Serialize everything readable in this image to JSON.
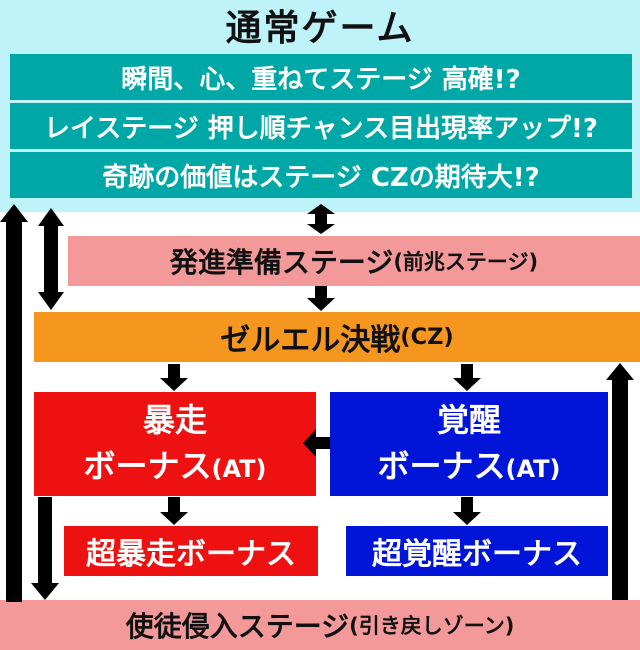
{
  "title": "通常ゲーム",
  "teal_rows": [
    "瞬間、心、重ねてステージ 高確!?",
    "レイステージ 押し順チャンス目出現率アップ!?",
    "奇跡の価値はステージ CZの期待大!?"
  ],
  "pre_stage": {
    "main": "発進準備ステージ",
    "sub": "(前兆ステージ)"
  },
  "cz_stage": {
    "main": "ゼルエル決戦",
    "sub": "(CZ)"
  },
  "bousou_bonus": {
    "line1": "暴走",
    "line2": "ボーナス",
    "sub": "(AT)"
  },
  "kakusei_bonus": {
    "line1": "覚醒",
    "line2": "ボーナス",
    "sub": "(AT)"
  },
  "super_bousou_bonus": "超暴走ボーナス",
  "super_kakusei_bonus": "超覚醒ボーナス",
  "return_stage": {
    "main": "使徒侵入ステージ",
    "sub": "(引き戻しゾーン)"
  },
  "colors": {
    "top_background": "#bff3fa",
    "teal": "#00a7a7",
    "pink": "#f4999a",
    "orange": "#f5961e",
    "red": "#ee1111",
    "blue": "#0015d8",
    "arrow": "#000000"
  }
}
